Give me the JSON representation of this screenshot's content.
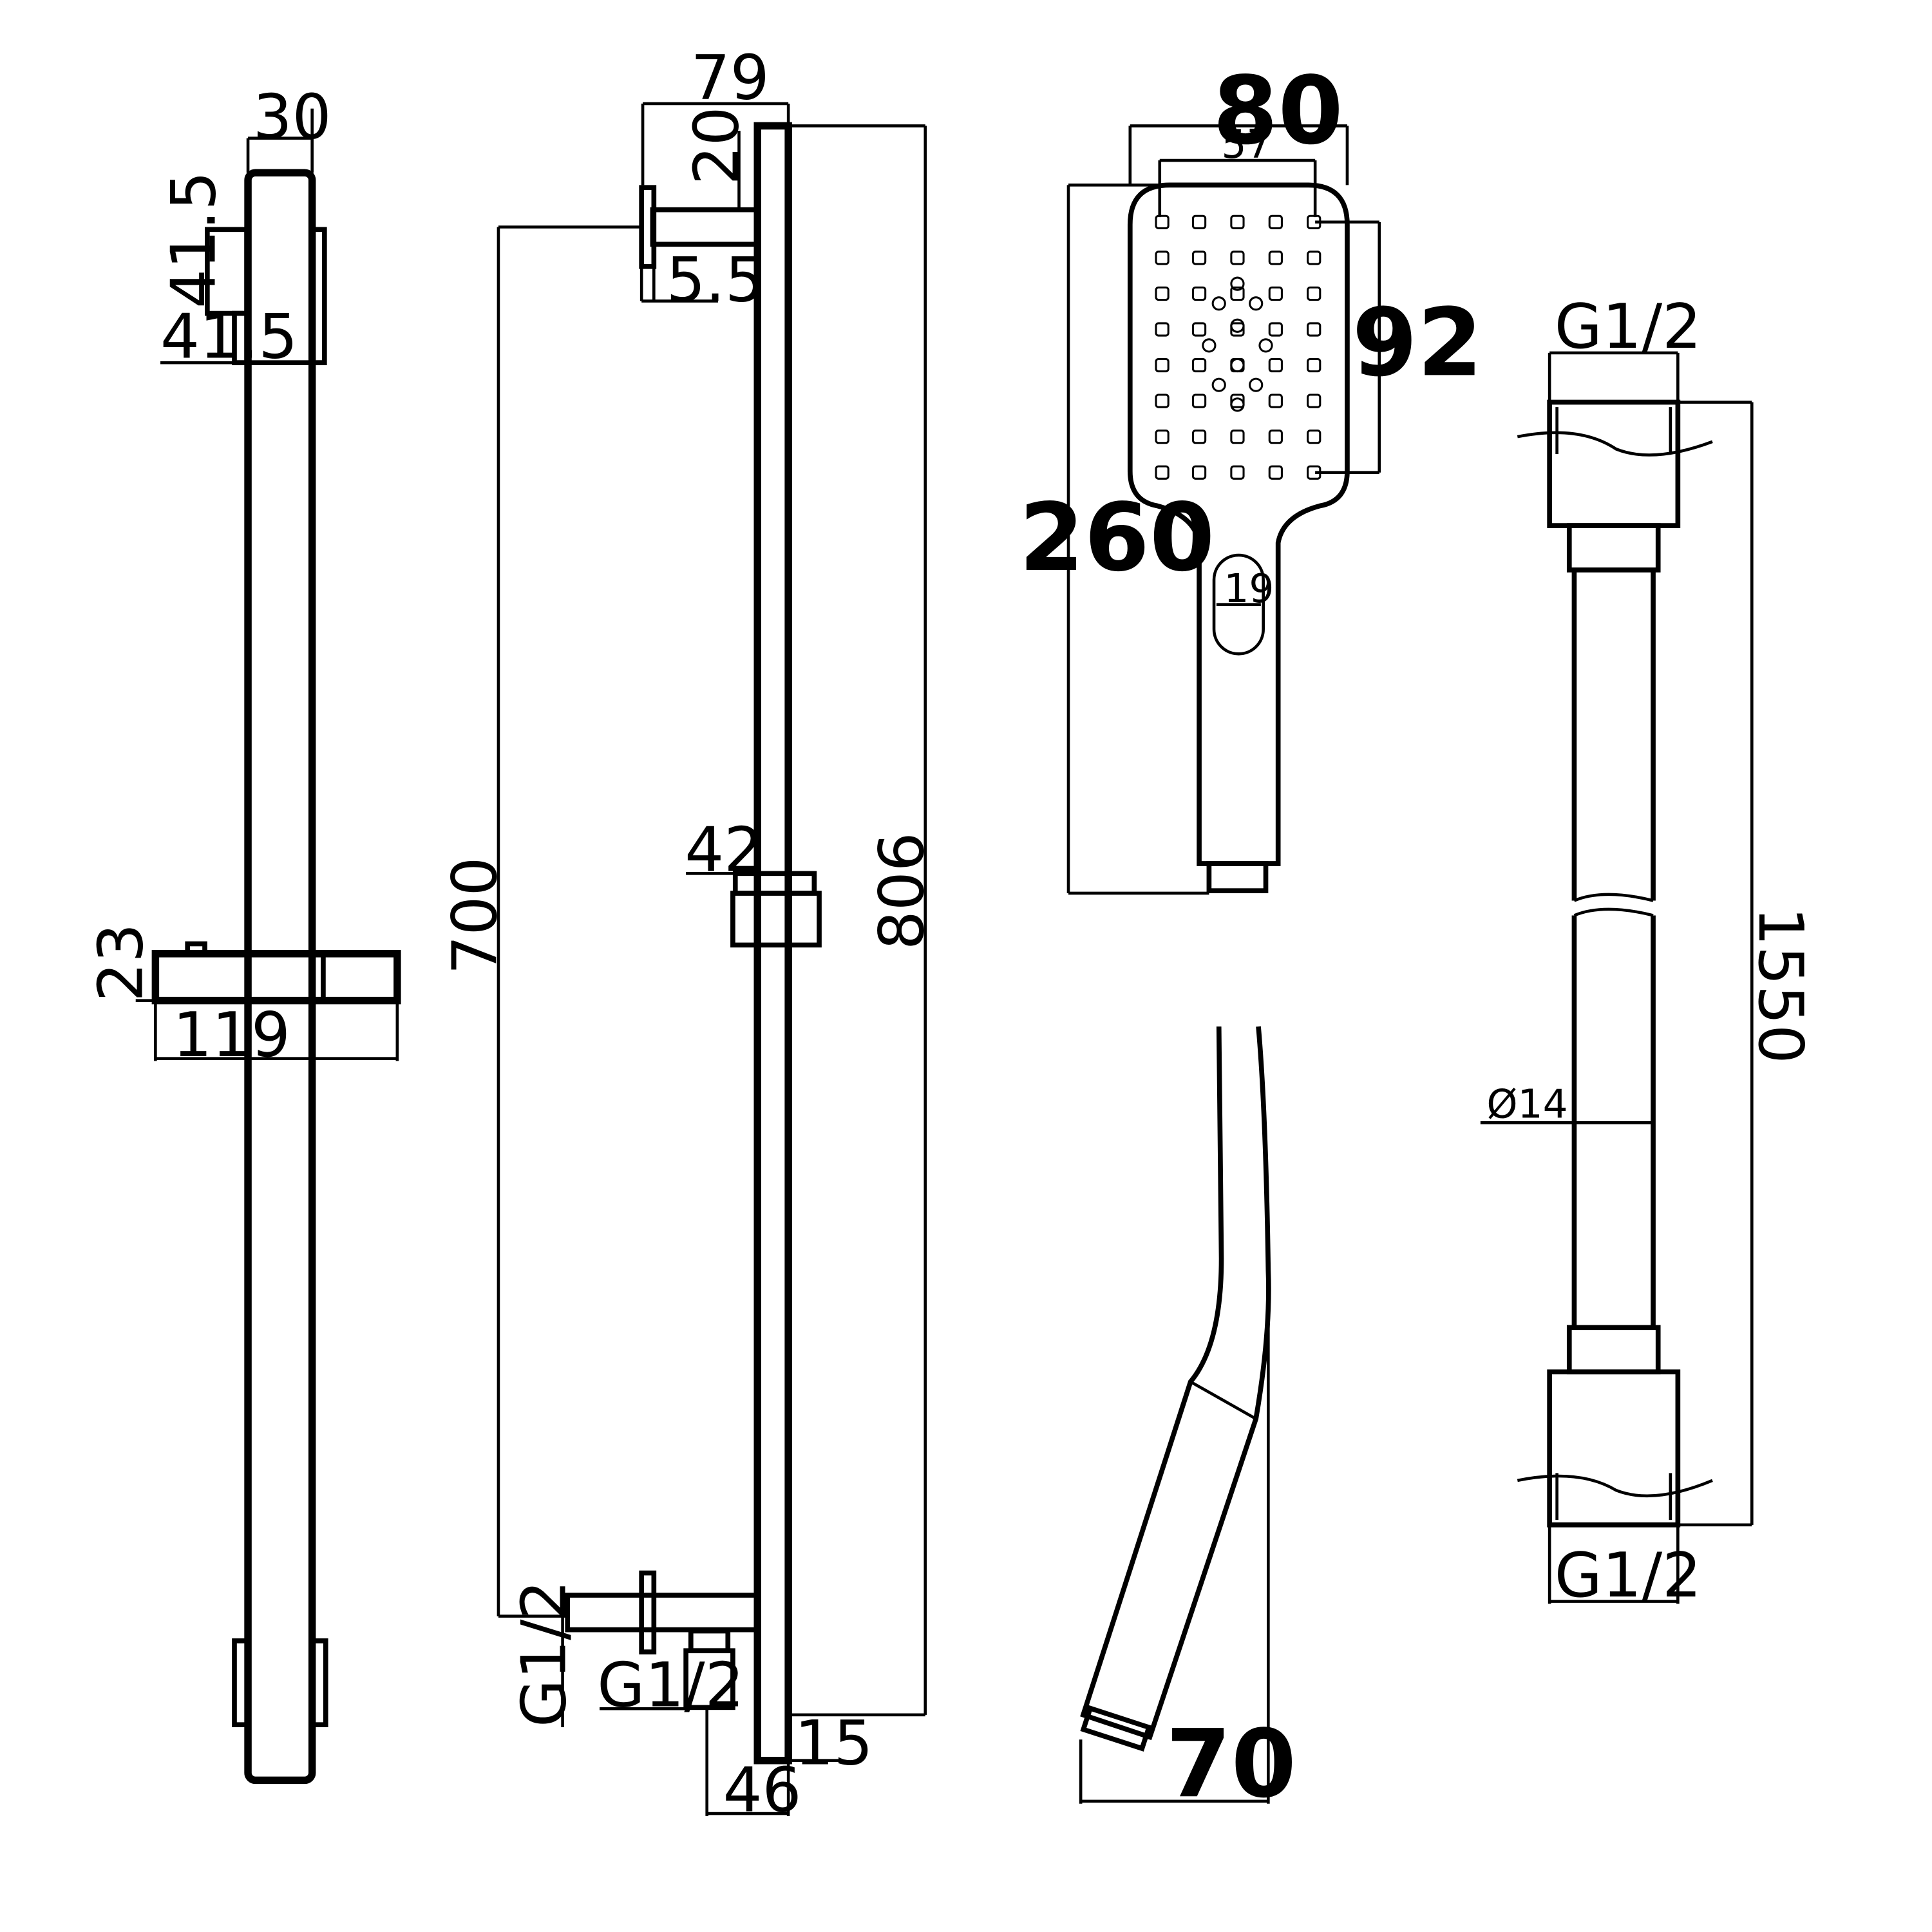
{
  "bar_front": {
    "width": "30",
    "bracket_h": "41.5",
    "bracket_w": "41.5",
    "holder_h": "23",
    "holder_w": "119"
  },
  "bar_side": {
    "offset": "79",
    "arm_gap": "20",
    "flange": "5.5",
    "holder": "42",
    "centers": "700",
    "length": "806",
    "inlet_a": "G1/2",
    "inlet_b": "G1/2",
    "bottom": "15",
    "outlet_off": "46"
  },
  "handset_front": {
    "width": "80",
    "face_w": "57",
    "face_h": "92",
    "length": "260",
    "slot": "19"
  },
  "handset_side": {
    "depth": "70"
  },
  "hose": {
    "thread_top": "G1/2",
    "thread_bottom": "G1/2",
    "length": "1550",
    "diameter": "Ø14"
  },
  "colors": {
    "line": "#000000",
    "background": "#ffffff"
  }
}
